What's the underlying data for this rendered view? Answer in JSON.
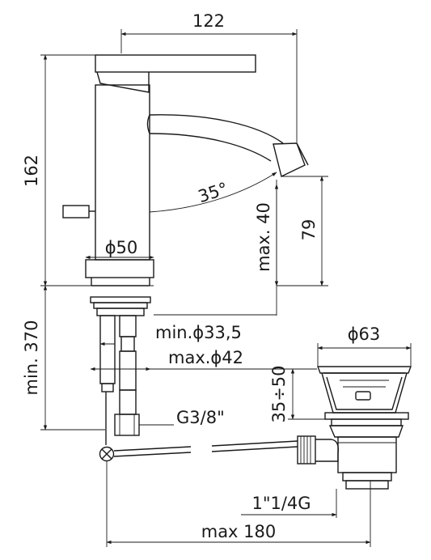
{
  "dimensions": {
    "overall_width": "122",
    "overall_height": "162",
    "spout_angle": "35°",
    "spout_clearance": "max. 40",
    "spout_height": "79",
    "body_diameter": "ϕ50",
    "min_installation": "min. 370",
    "min_hole": "min.ϕ33,5",
    "max_hole": "max.ϕ42",
    "inlet_thread": "G3/8\"",
    "waste_diameter": "ϕ63",
    "waste_range": "35÷50",
    "waste_thread": "1\"1/4G",
    "max_reach": "max 180"
  }
}
